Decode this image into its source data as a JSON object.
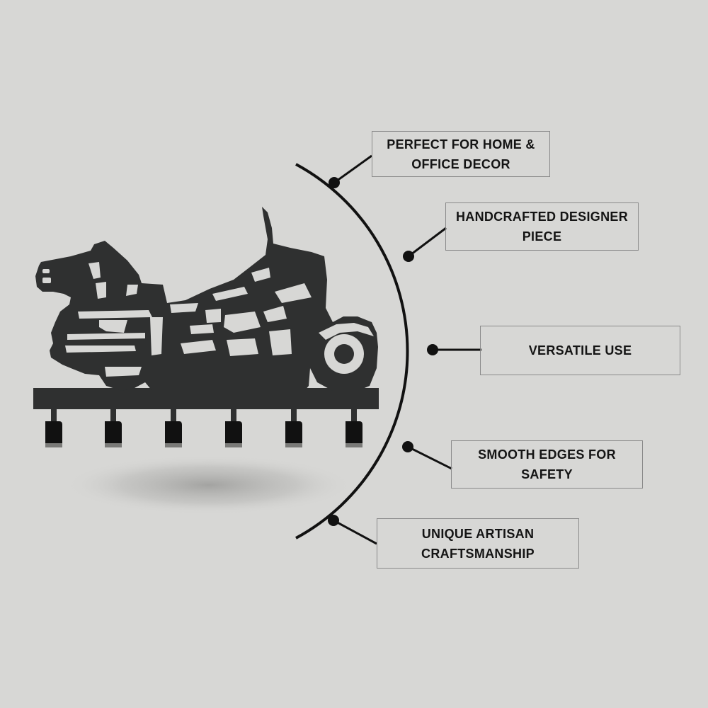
{
  "colors": {
    "background": "#d7d7d5",
    "metal": "#2f3030",
    "cutout": "#d7d7d5",
    "line": "#111111",
    "text": "#141414"
  },
  "product": {
    "name_icon": "motorcycle-key-rack-icon",
    "hook_count": 6
  },
  "features": [
    {
      "text": "PERFECT FOR HOME & OFFICE DECOR"
    },
    {
      "text": "HANDCRAFTED DESIGNER PIECE"
    },
    {
      "text": "VERSATILE USE"
    },
    {
      "text": "SMOOTH EDGES FOR SAFETY"
    },
    {
      "text": "UNIQUE ARTISAN CRAFTSMANSHIP"
    }
  ]
}
